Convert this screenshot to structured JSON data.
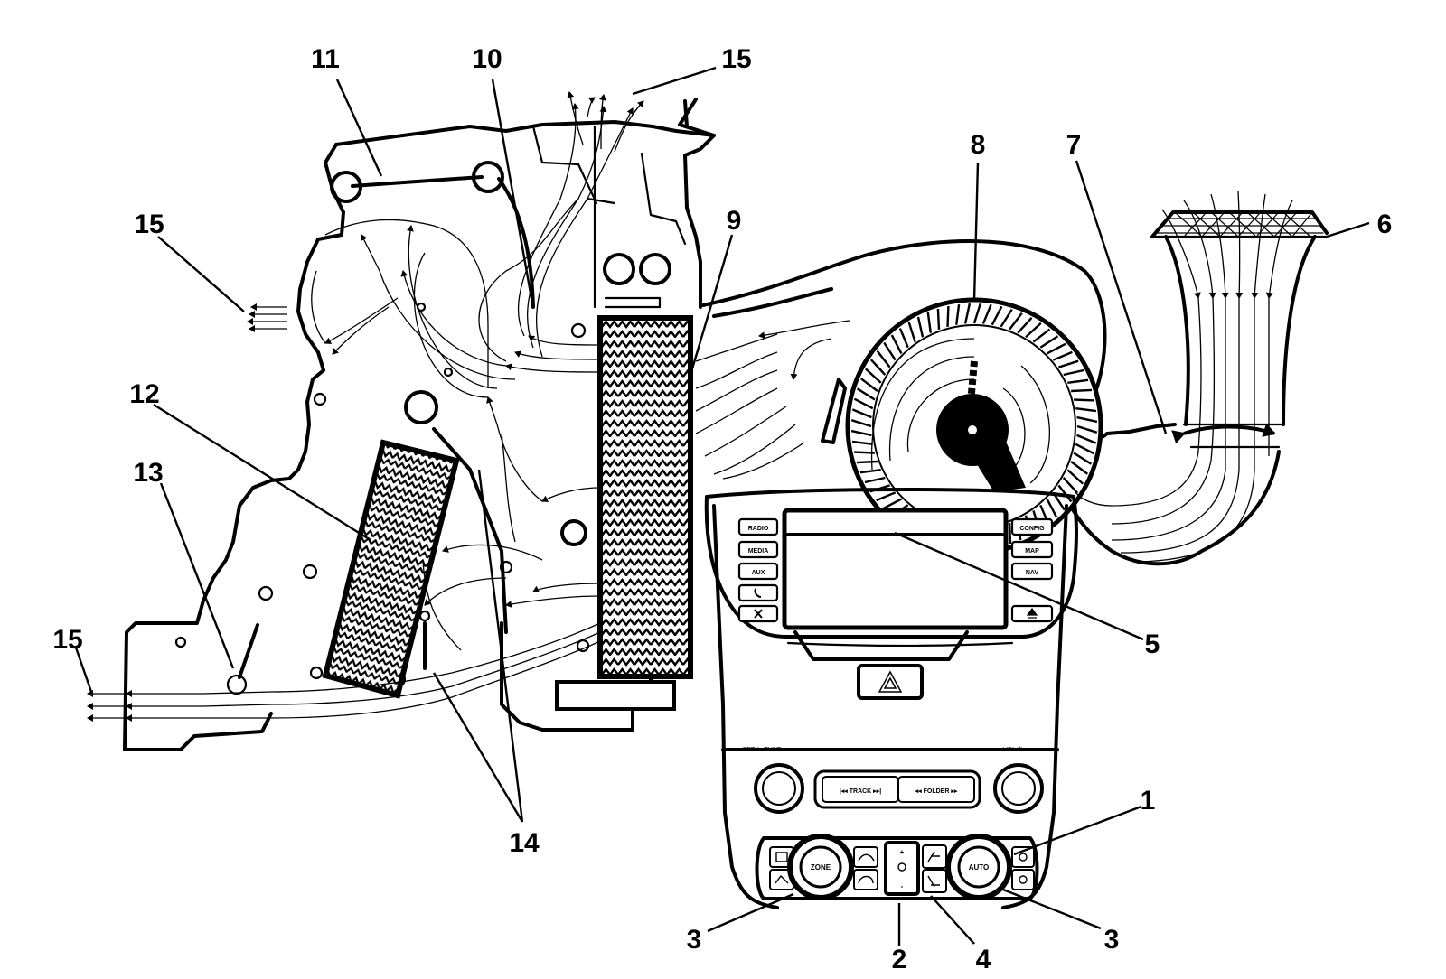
{
  "callouts": [
    {
      "id": "1",
      "text": "1"
    },
    {
      "id": "2",
      "text": "2"
    },
    {
      "id": "3a",
      "text": "3"
    },
    {
      "id": "3b",
      "text": "3"
    },
    {
      "id": "4",
      "text": "4"
    },
    {
      "id": "5",
      "text": "5"
    },
    {
      "id": "6",
      "text": "6"
    },
    {
      "id": "7",
      "text": "7"
    },
    {
      "id": "8",
      "text": "8"
    },
    {
      "id": "9",
      "text": "9"
    },
    {
      "id": "10",
      "text": "10"
    },
    {
      "id": "11",
      "text": "11"
    },
    {
      "id": "12",
      "text": "12"
    },
    {
      "id": "13",
      "text": "13"
    },
    {
      "id": "14",
      "text": "14"
    },
    {
      "id": "15a",
      "text": "15"
    },
    {
      "id": "15b",
      "text": "15"
    },
    {
      "id": "15c",
      "text": "15"
    }
  ],
  "radio_panel": {
    "left_buttons": [
      "RADIO",
      "MEDIA",
      "AUX"
    ],
    "right_buttons": [
      "CONFIG",
      "MAP",
      "NAV"
    ],
    "seek_label": "◂SEEK▸ TUNE",
    "vol_label": "VOL ⏻",
    "track_label": "|◂◂ TRACK ▸▸|",
    "folder_label": "◂◂ FOLDER ▸▸"
  },
  "climate_panel": {
    "left_knob_label": "ZONE",
    "right_knob_label": "AUTO",
    "plus_label": "+",
    "minus_label": "-"
  },
  "icons": [
    "hazard-icon",
    "phone-icon",
    "mute-icon",
    "eject-icon",
    "defrost-icon",
    "rear-defrost-icon",
    "fan-icon",
    "recirculation-icon",
    "vent-mode-icon",
    "floor-mode-icon",
    "ac-icon",
    "seat-heat-icon"
  ]
}
